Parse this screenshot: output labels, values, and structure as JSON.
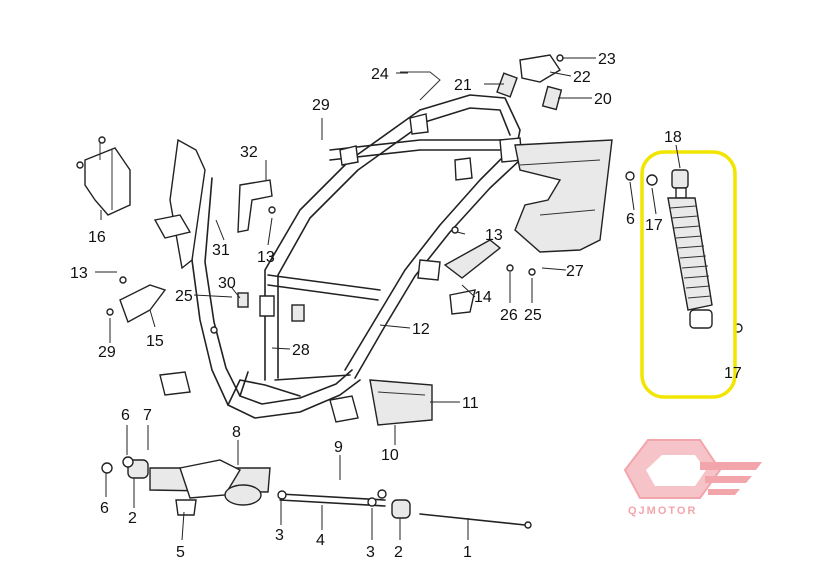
{
  "callouts": [
    {
      "id": "c1",
      "text": "1"
    },
    {
      "id": "c2a",
      "text": "2"
    },
    {
      "id": "c2b",
      "text": "2"
    },
    {
      "id": "c3a",
      "text": "3"
    },
    {
      "id": "c3b",
      "text": "3"
    },
    {
      "id": "c4",
      "text": "4"
    },
    {
      "id": "c5",
      "text": "5"
    },
    {
      "id": "c6a",
      "text": "6"
    },
    {
      "id": "c6b",
      "text": "6"
    },
    {
      "id": "c6c",
      "text": "6"
    },
    {
      "id": "c7",
      "text": "7"
    },
    {
      "id": "c8",
      "text": "8"
    },
    {
      "id": "c9",
      "text": "9"
    },
    {
      "id": "c10",
      "text": "10"
    },
    {
      "id": "c11",
      "text": "11"
    },
    {
      "id": "c12",
      "text": "12"
    },
    {
      "id": "c13a",
      "text": "13"
    },
    {
      "id": "c13b",
      "text": "13"
    },
    {
      "id": "c13c",
      "text": "13"
    },
    {
      "id": "c14",
      "text": "14"
    },
    {
      "id": "c15",
      "text": "15"
    },
    {
      "id": "c16",
      "text": "16"
    },
    {
      "id": "c17a",
      "text": "17"
    },
    {
      "id": "c17b",
      "text": "17"
    },
    {
      "id": "c18",
      "text": "18"
    },
    {
      "id": "c20",
      "text": "20"
    },
    {
      "id": "c21",
      "text": "21"
    },
    {
      "id": "c22",
      "text": "22"
    },
    {
      "id": "c23",
      "text": "23"
    },
    {
      "id": "c24",
      "text": "24"
    },
    {
      "id": "c25a",
      "text": "25"
    },
    {
      "id": "c25b",
      "text": "25"
    },
    {
      "id": "c26",
      "text": "26"
    },
    {
      "id": "c27",
      "text": "27"
    },
    {
      "id": "c28",
      "text": "28"
    },
    {
      "id": "c29a",
      "text": "29"
    },
    {
      "id": "c29b",
      "text": "29"
    },
    {
      "id": "c30",
      "text": "30"
    },
    {
      "id": "c31",
      "text": "31"
    },
    {
      "id": "c32",
      "text": "32"
    }
  ],
  "logo": {
    "text": "QJMOTOR",
    "color": "#f2a6ac"
  },
  "highlight": {
    "color": "#f2e500"
  }
}
